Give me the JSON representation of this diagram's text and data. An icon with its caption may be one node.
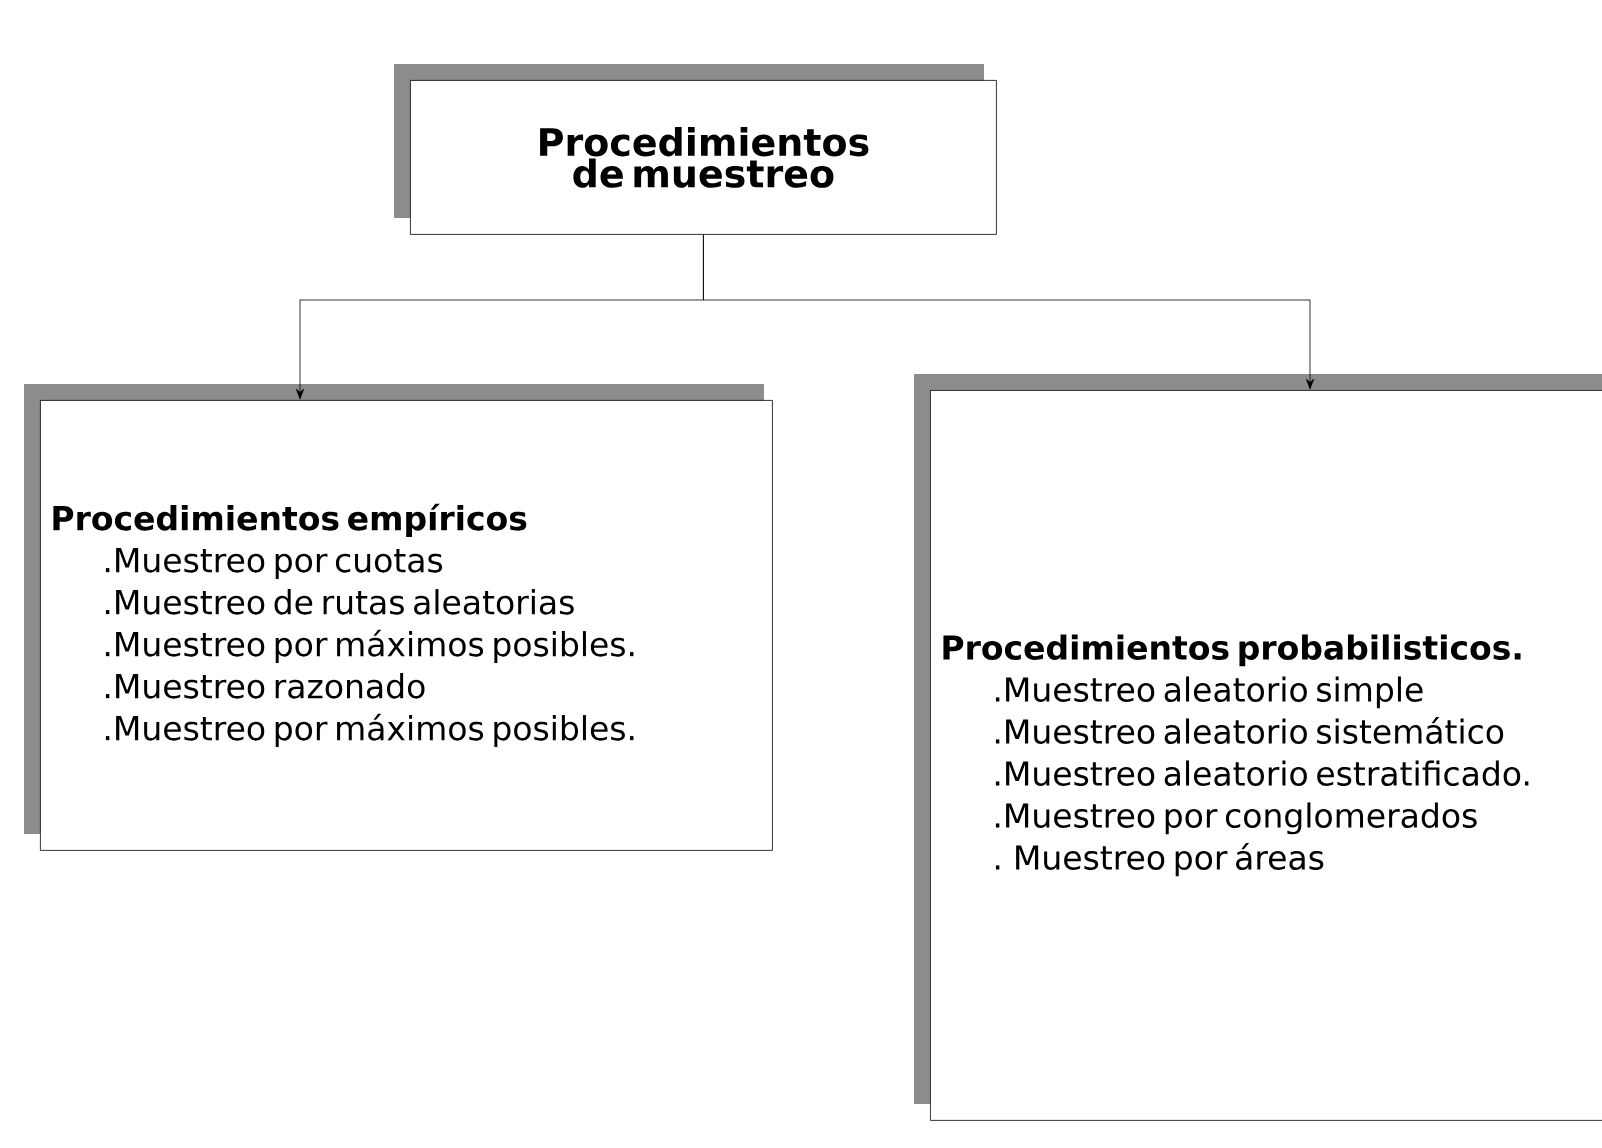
{
  "diagram": {
    "nodes": [
      {
        "text": [
          "Procedimientos de muestreo"
        ]
      },
      {
        "text": [
          "Procedimientos empíricos",
          ".Muestreo por cuotas",
          ".Muestreo de rutas aleatorias",
          ".Muestreo por máximos posibles.",
          ".Muestreo razonado",
          ".Muestreo por máximos posibles."
        ]
      },
      {
        "text": [
          "Procedimientos probabilisticos.",
          ".Muestreo aleatorio simple",
          ".Muestreo aleatorio sistemático",
          ".Muestreo aleatorio estratificado.",
          ".Muestreo por conglomerados",
          ". Muestreo por áreas"
        ]
      }
    ],
    "edges": [
      {
        "from": 0,
        "to": 1,
        "arrow": "to"
      },
      {
        "from": 0,
        "to": 2,
        "arrow": "to"
      }
    ]
  }
}
